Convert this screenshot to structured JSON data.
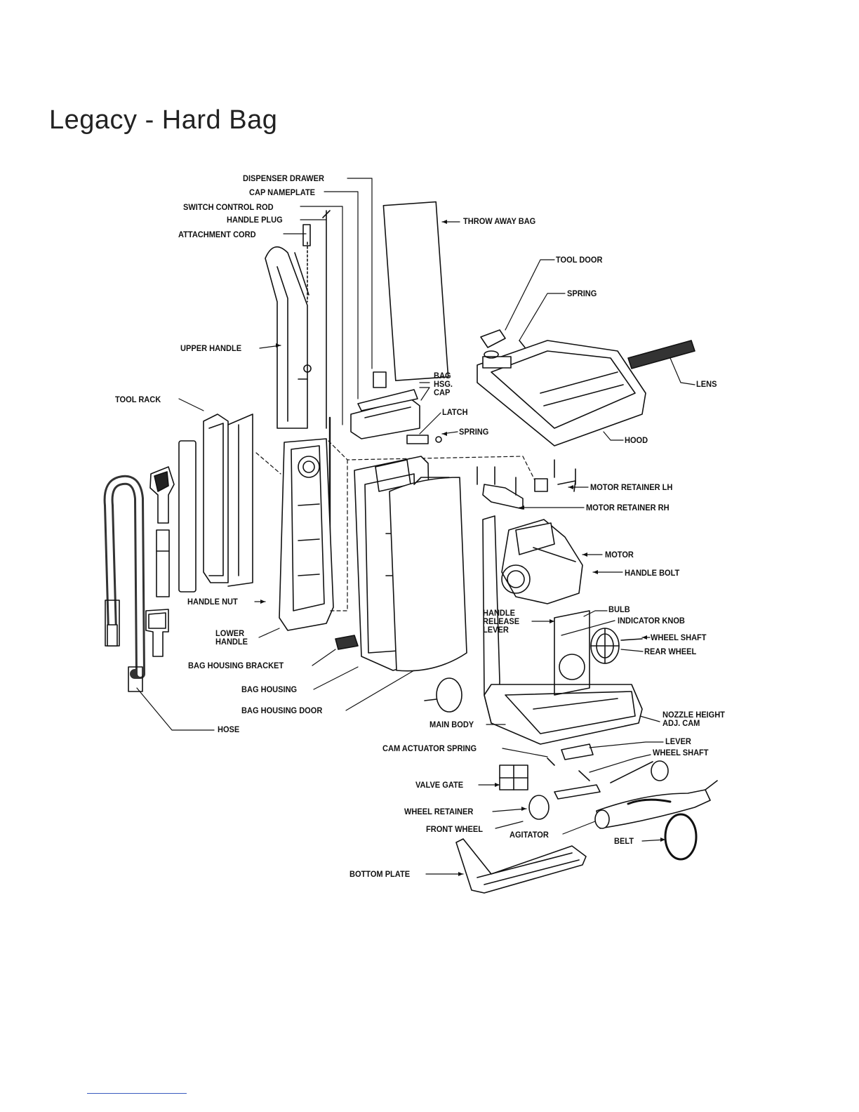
{
  "title": "Legacy - Hard Bag",
  "labels": {
    "dispenser_drawer": "DISPENSER DRAWER",
    "cap_nameplate": "CAP NAMEPLATE",
    "switch_control_rod": "SWITCH CONTROL ROD",
    "handle_plug": "HANDLE PLUG",
    "attachment_cord": "ATTACHMENT CORD",
    "throw_away_bag": "THROW AWAY BAG",
    "tool_door": "TOOL DOOR",
    "spring_top": "SPRING",
    "upper_handle": "UPPER HANDLE",
    "bag_hsg_cap_1": "BAG",
    "bag_hsg_cap_2": "HSG.",
    "bag_hsg_cap_3": "CAP",
    "lens": "LENS",
    "tool_rack": "TOOL RACK",
    "latch": "LATCH",
    "spring_latch": "SPRING",
    "hood": "HOOD",
    "motor_retainer_lh": "MOTOR RETAINER LH",
    "motor_retainer_rh": "MOTOR RETAINER RH",
    "motor": "MOTOR",
    "handle_bolt": "HANDLE BOLT",
    "handle_nut": "HANDLE NUT",
    "bulb": "BULB",
    "handle_release_1": "HANDLE",
    "handle_release_2": "RELEASE",
    "handle_release_3": "LEVER",
    "indicator_knob": "INDICATOR KNOB",
    "lower_handle_1": "LOWER",
    "lower_handle_2": "HANDLE",
    "wheel_shaft_rear": "WHEEL SHAFT",
    "rear_wheel": "REAR WHEEL",
    "bag_housing_bracket": "BAG HOUSING BRACKET",
    "bag_housing": "BAG HOUSING",
    "bag_housing_door": "BAG HOUSING DOOR",
    "nozzle_height_1": "NOZZLE HEIGHT",
    "nozzle_height_2": "ADJ. CAM",
    "main_body": "MAIN BODY",
    "hose": "HOSE",
    "lever": "LEVER",
    "cam_actuator_spring": "CAM ACTUATOR SPRING",
    "wheel_shaft_front": "WHEEL SHAFT",
    "valve_gate": "VALVE GATE",
    "wheel_retainer": "WHEEL RETAINER",
    "front_wheel": "FRONT WHEEL",
    "agitator": "AGITATOR",
    "belt": "BELT",
    "bottom_plate": "BOTTOM PLATE"
  }
}
